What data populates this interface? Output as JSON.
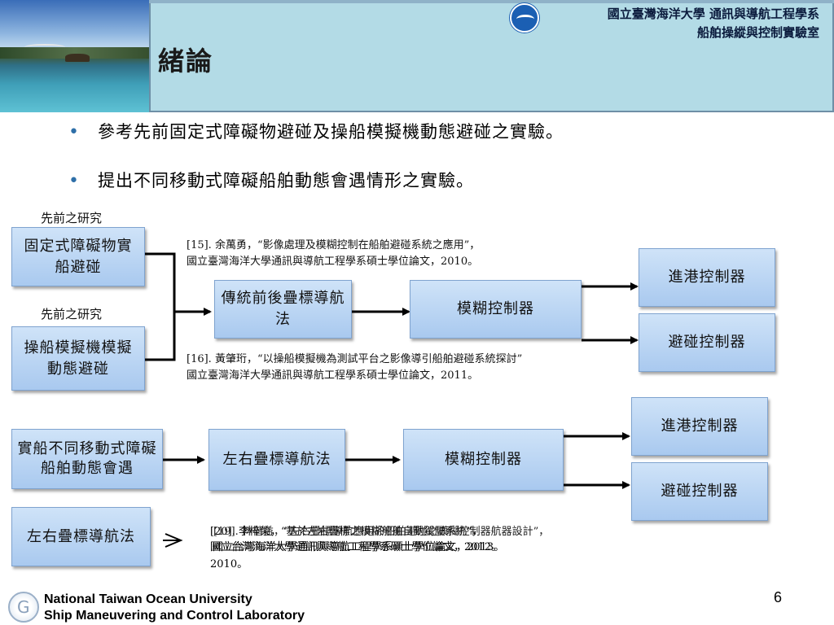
{
  "header": {
    "title": "緒論",
    "university_line1": "國立臺灣海洋大學 通訊與導航工程學系",
    "university_line2": "船舶操縱與控制實驗室"
  },
  "bullets": [
    "參考先前固定式障礙物避碰及操船模擬機動態避碰之實驗。",
    "提出不同移動式障礙船舶動態會遇情形之實驗。"
  ],
  "diagram": {
    "prior_label_1": "先前之研究",
    "prior_label_2": "先前之研究",
    "box_fixed": "固定式障礙物實船避碰",
    "box_simulator": "操船模擬機模擬動態避碰",
    "box_traditional": "傳統前後疊標導航法",
    "box_fuzzy_1": "模糊控制器",
    "box_port_1": "進港控制器",
    "box_avoid_1": "避碰控制器",
    "ref15_line1": "[15]. 余萬勇，“影像處理及模糊控制在船舶避碰系統之應用”，",
    "ref15_line2": "國立臺灣海洋大學通訊與導航工程學系碩士學位論文，2010。",
    "ref16_line1": "[16]. 黃肇珩，“以操船模擬機為測試平台之影像導引船舶避碰系統探討”",
    "ref16_line2": "國立臺灣海洋大學通訊與導航工程學系碩士學位論文，2011。",
    "box_real_ship": "實船不同移動式障礙船舶動態會遇",
    "box_leftright_1": "左右疊標導航法",
    "box_fuzzy_2": "模糊控制器",
    "box_port_2": "進港控制器",
    "box_avoid_2": "避碰控制器",
    "box_leftright_2": "左右疊標導航法",
    "overlap_a": "[20]. 李梓榮，“基於左右疊標之模糊船舶自動駕駛系統”，",
    "overlap_b": "[19]. 林楷益，“左右疊標導航應用於船舶避碰之模糊控制器航器設計”，",
    "overlap_c": "國立台灣海洋大學通訊與導航工程學系碩士學位論文，2012。",
    "overlap_d": "國立台灣海洋大學通訊與導航工程學系碩士學位論文，2013。",
    "overlap_e": "2010。"
  },
  "footer": {
    "line1": "National Taiwan Ocean University",
    "line2": "Ship Maneuvering and Control Laboratory",
    "page_number": "6"
  }
}
